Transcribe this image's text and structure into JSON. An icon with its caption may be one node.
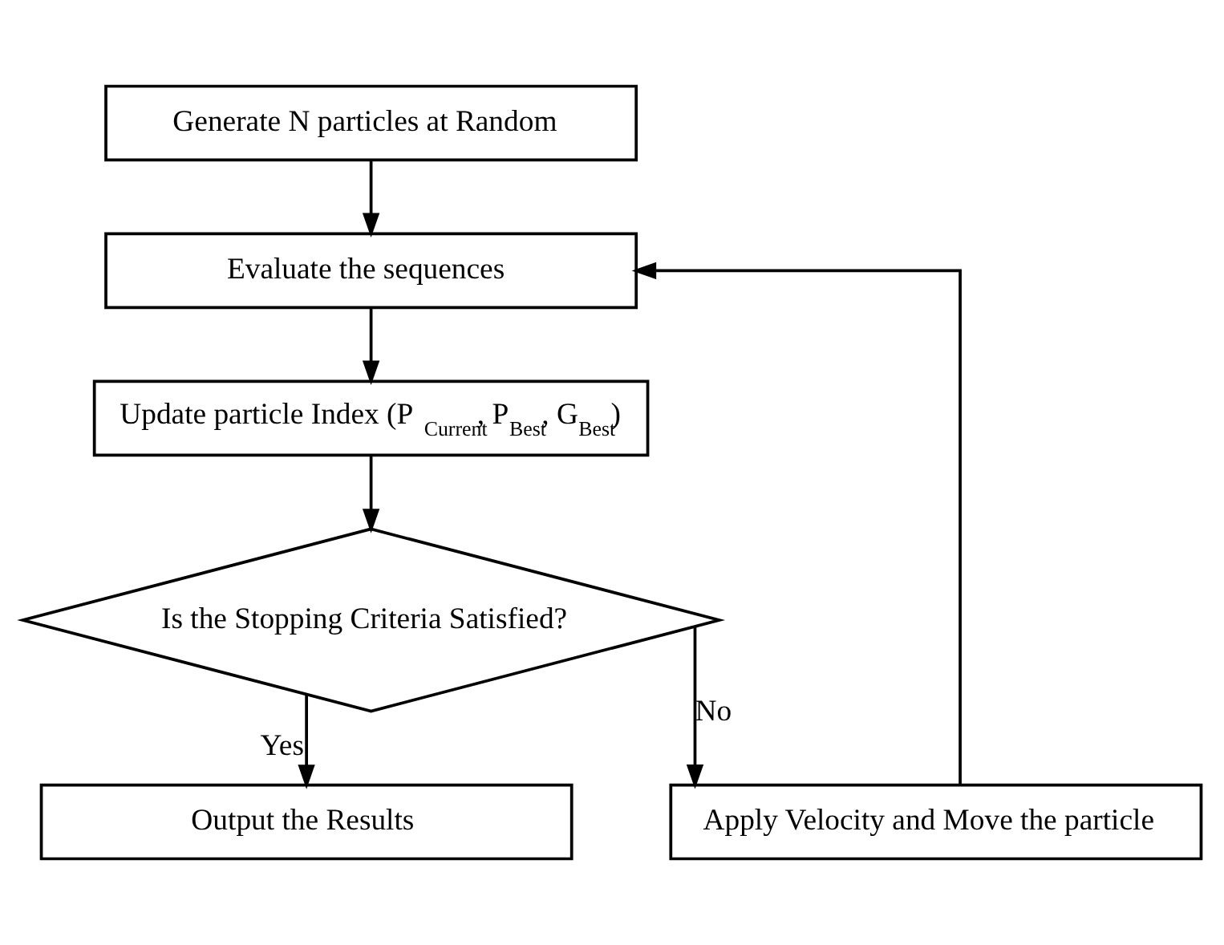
{
  "diagram": {
    "nodes": [
      {
        "text": [
          "Generate N particles at Random"
        ]
      },
      {
        "text": [
          "Evaluate the sequences"
        ]
      },
      {
        "text": [
          "Update particle Index (P$_{Current}$, P$_{Best}$, G$_{Best}$)"
        ]
      },
      {
        "text": [
          "Is the Stopping Criteria Satisfied?"
        ]
      },
      {
        "text": [
          "Output the Results"
        ]
      },
      {
        "text": [
          "Apply Velocity and Move the particle"
        ]
      }
    ],
    "edges": [
      {
        "from": 0,
        "to": 1,
        "arrow": "to"
      },
      {
        "from": 1,
        "to": 2,
        "arrow": "to"
      },
      {
        "from": 2,
        "to": 3,
        "arrow": "to"
      },
      {
        "from": 3,
        "to": 4,
        "arrow": "to",
        "label": "Yes"
      },
      {
        "from": 3,
        "to": 5,
        "arrow": "to",
        "label": "No"
      },
      {
        "from": 5,
        "to": 1,
        "arrow": "to"
      }
    ]
  }
}
